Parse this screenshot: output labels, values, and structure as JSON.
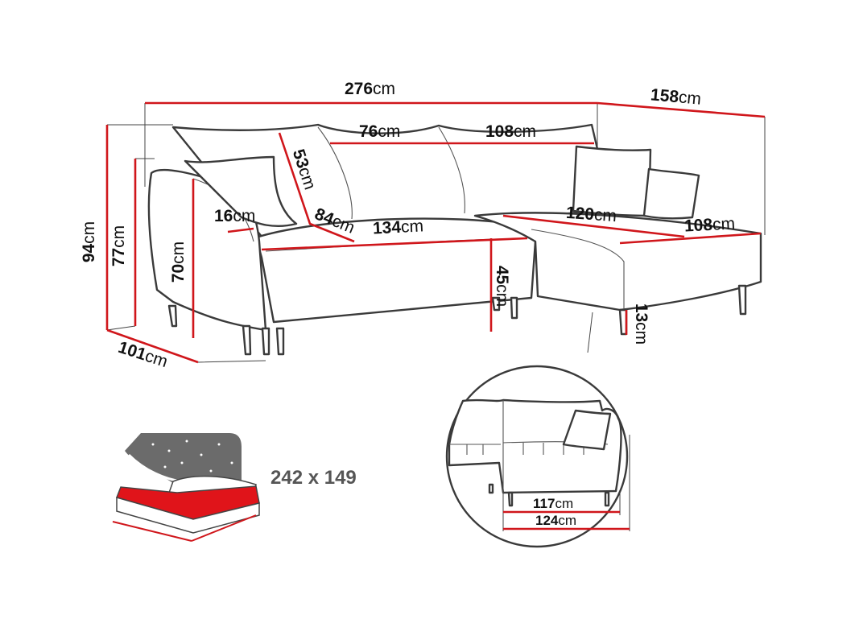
{
  "dimensions": {
    "total_width": {
      "value": "276",
      "unit": "cm"
    },
    "chaise_depth": {
      "value": "158",
      "unit": "cm"
    },
    "total_height": {
      "value": "94",
      "unit": "cm"
    },
    "back_height": {
      "value": "77",
      "unit": "cm"
    },
    "armrest_height": {
      "value": "70",
      "unit": "cm"
    },
    "depth": {
      "value": "101",
      "unit": "cm"
    },
    "armrest_width": {
      "value": "16",
      "unit": "cm"
    },
    "back_cushion_height": {
      "value": "53",
      "unit": "cm"
    },
    "seat_depth": {
      "value": "84",
      "unit": "cm"
    },
    "seat_width": {
      "value": "134",
      "unit": "cm"
    },
    "cushion_76": {
      "value": "76",
      "unit": "cm"
    },
    "cushion_108": {
      "value": "108",
      "unit": "cm"
    },
    "chaise_seat_length": {
      "value": "120",
      "unit": "cm"
    },
    "chaise_seat_width": {
      "value": "108",
      "unit": "cm"
    },
    "seat_height": {
      "value": "45",
      "unit": "cm"
    },
    "leg_height": {
      "value": "13",
      "unit": "cm"
    },
    "detail_inner": {
      "value": "117",
      "unit": "cm"
    },
    "detail_outer": {
      "value": "124",
      "unit": "cm"
    }
  },
  "bed": {
    "icon": "bed-sleeping-area-icon",
    "size_label": "242 x 149"
  },
  "colors": {
    "dimension_line": "#d0161b",
    "outline": "#3a3a3a",
    "bed_red": "#e0141a",
    "bed_sky": "#6b6b6b"
  }
}
